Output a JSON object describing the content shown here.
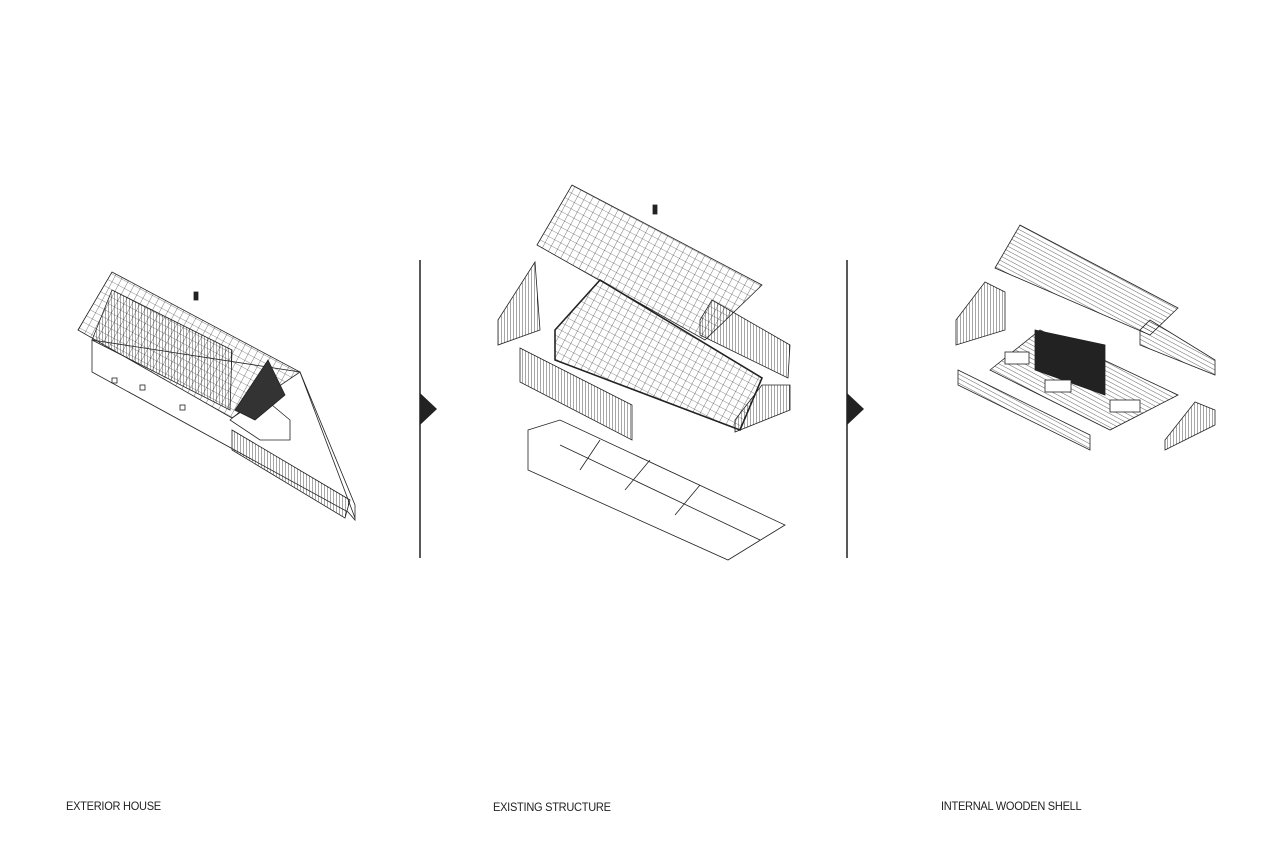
{
  "panels": [
    {
      "label": "EXTERIOR HOUSE"
    },
    {
      "label": "EXISTING STRUCTURE"
    },
    {
      "label": "INTERNAL WOODEN SHELL"
    }
  ],
  "colors": {
    "ink": "#1a1a1a",
    "background": "#ffffff"
  }
}
